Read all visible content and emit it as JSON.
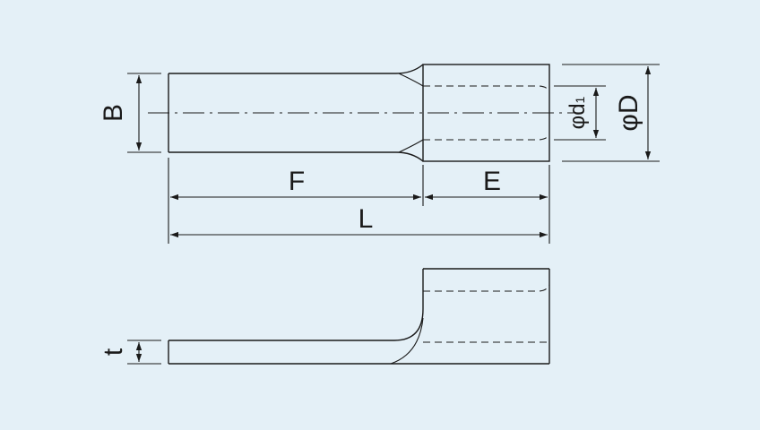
{
  "labels": {
    "B": "B",
    "F": "F",
    "E": "E",
    "L": "L",
    "phi": "φ",
    "d1": "d",
    "d1_sub": "1",
    "D": "D",
    "t": "t"
  },
  "colors": {
    "background": "#e4f0f7",
    "line": "#1a1a1a"
  }
}
